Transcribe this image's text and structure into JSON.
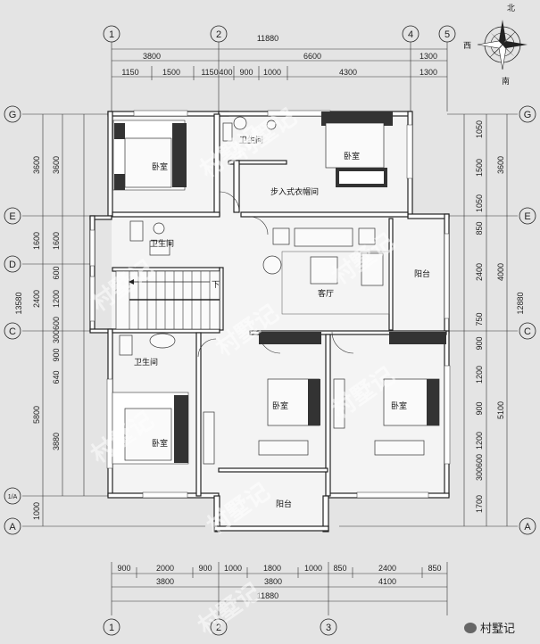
{
  "compass": {
    "north": "北",
    "west": "西",
    "south": "南"
  },
  "axes": {
    "top": [
      "1",
      "2",
      "4",
      "5"
    ],
    "bottom": [
      "1",
      "2",
      "3"
    ],
    "left": [
      "G",
      "E",
      "D",
      "C",
      "1/A",
      "A"
    ],
    "right": [
      "G",
      "E",
      "C",
      "A"
    ]
  },
  "dims": {
    "top_total": "11880",
    "top_row1": [
      "3800",
      "6600",
      "1300"
    ],
    "top_row2": [
      "1150",
      "1500",
      "1150",
      "400",
      "900",
      "1000",
      "4300",
      "1300"
    ],
    "bottom_row1": [
      "900",
      "2000",
      "900",
      "1000",
      "1800",
      "1000",
      "850",
      "2400",
      "850"
    ],
    "bottom_row2": [
      "3800",
      "3800",
      "4100"
    ],
    "bottom_total": "11880",
    "left_outer": [
      "3600",
      "1600",
      "2400",
      "5800",
      "1000"
    ],
    "left_total": "13580",
    "left_inner": [
      "3600",
      "1600",
      "600",
      "1200",
      "300600",
      "900",
      "640",
      "3880"
    ],
    "right_inner": [
      "1050",
      "1500",
      "1050",
      "850",
      "2400",
      "750",
      "900",
      "1200",
      "900",
      "1200",
      "300600",
      "1700"
    ],
    "right_outer": [
      "3600",
      "4000",
      "5100"
    ],
    "right_total": "12880"
  },
  "rooms": {
    "bedroom": "卧室",
    "bathroom": "卫生间",
    "walkin": "步入式衣帽间",
    "living": "客厅",
    "balcony": "阳台",
    "down": "下"
  },
  "watermark": "村墅记",
  "logo": "村墅记"
}
